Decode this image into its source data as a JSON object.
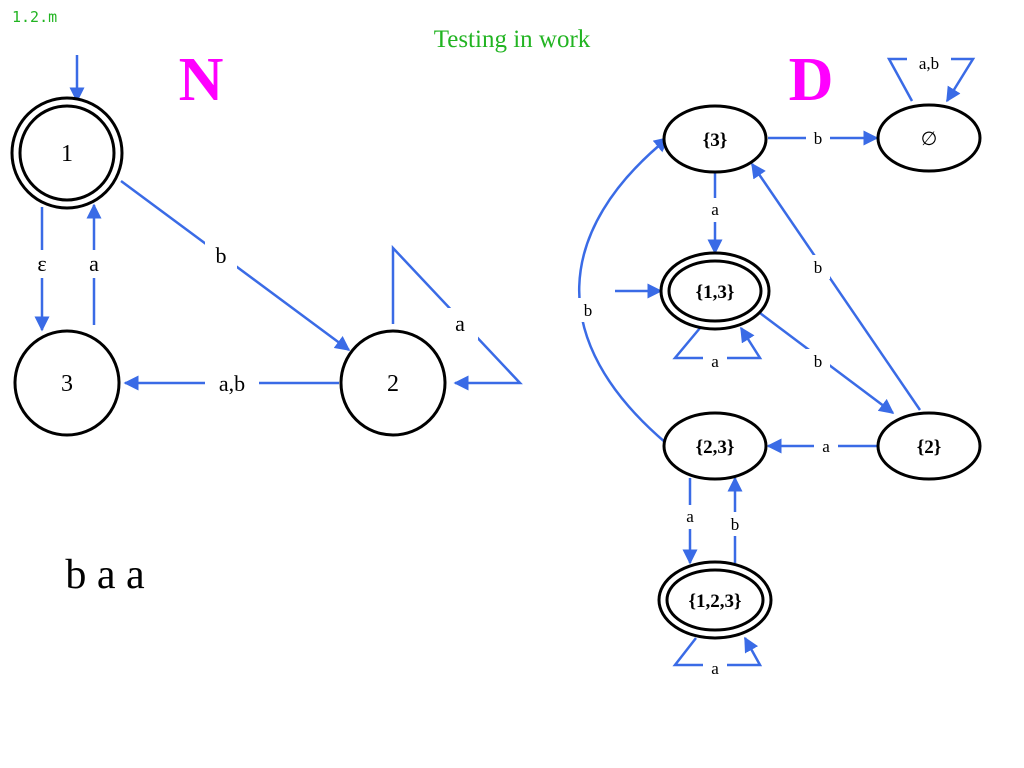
{
  "slide_id": "1.2.m",
  "subtitle": "Testing in work",
  "colors": {
    "green": "#22b422",
    "magenta": "#ff00ff",
    "edge": "#3a6be6",
    "stroke": "#000000"
  },
  "nfa": {
    "title": "N",
    "states": {
      "s1": "1",
      "s2": "2",
      "s3": "3"
    },
    "edges": {
      "e1_2": "b",
      "e1_3": "ε",
      "e3_1": "a",
      "e2_3": "a,b",
      "e2_self": "a"
    }
  },
  "dfa": {
    "title": "D",
    "states": {
      "q3": "{3}",
      "qempty": "∅",
      "q13": "{1,3}",
      "q23": "{2,3}",
      "q2": "{2}",
      "q123": "{1,2,3}"
    },
    "edges": {
      "q3_empty": "b",
      "empty_self": "a,b",
      "q3_q13": "a",
      "q13_self": "a",
      "q13_q2": "b",
      "q2_q3": "b",
      "q2_q23": "a",
      "q23_q3": "b",
      "q23_q123": "a",
      "q123_q23": "b",
      "q123_self": "a"
    }
  },
  "input_string": "b a a"
}
